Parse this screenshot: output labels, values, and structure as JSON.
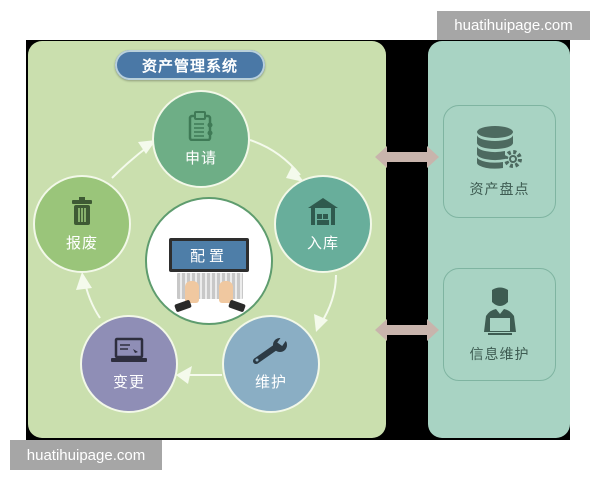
{
  "diagram": {
    "title": "资产管理系统",
    "center": {
      "label": "配置",
      "icon": "laptop-typing-icon"
    },
    "cycle_nodes": [
      {
        "id": "apply",
        "label": "申请",
        "icon": "clipboard-icon",
        "color": "#6eae86"
      },
      {
        "id": "stock",
        "label": "入库",
        "icon": "warehouse-icon",
        "color": "#68ae9b"
      },
      {
        "id": "maint",
        "label": "维护",
        "icon": "wrench-icon",
        "color": "#8aaec4"
      },
      {
        "id": "change",
        "label": "变更",
        "icon": "laptop-icon",
        "color": "#8f8eb6"
      },
      {
        "id": "scrap",
        "label": "报废",
        "icon": "trash-icon",
        "color": "#9ac57a"
      }
    ],
    "cycle_order": [
      "申请",
      "入库",
      "维护",
      "变更",
      "报废",
      "申请"
    ],
    "side_modules": [
      {
        "id": "inventory",
        "label": "资产盘点",
        "icon": "database-gear-icon"
      },
      {
        "id": "info",
        "label": "信息维护",
        "icon": "user-computer-icon"
      }
    ],
    "colors": {
      "left_panel": "#cadfae",
      "right_panel": "#a8d3c3",
      "title_pill": "#4a78a6",
      "connector_arrow": "#c8b4ac",
      "frame": "#000000"
    }
  },
  "watermarks": {
    "top": "huatihuipage.com",
    "bottom": "huatihuipage.com"
  }
}
